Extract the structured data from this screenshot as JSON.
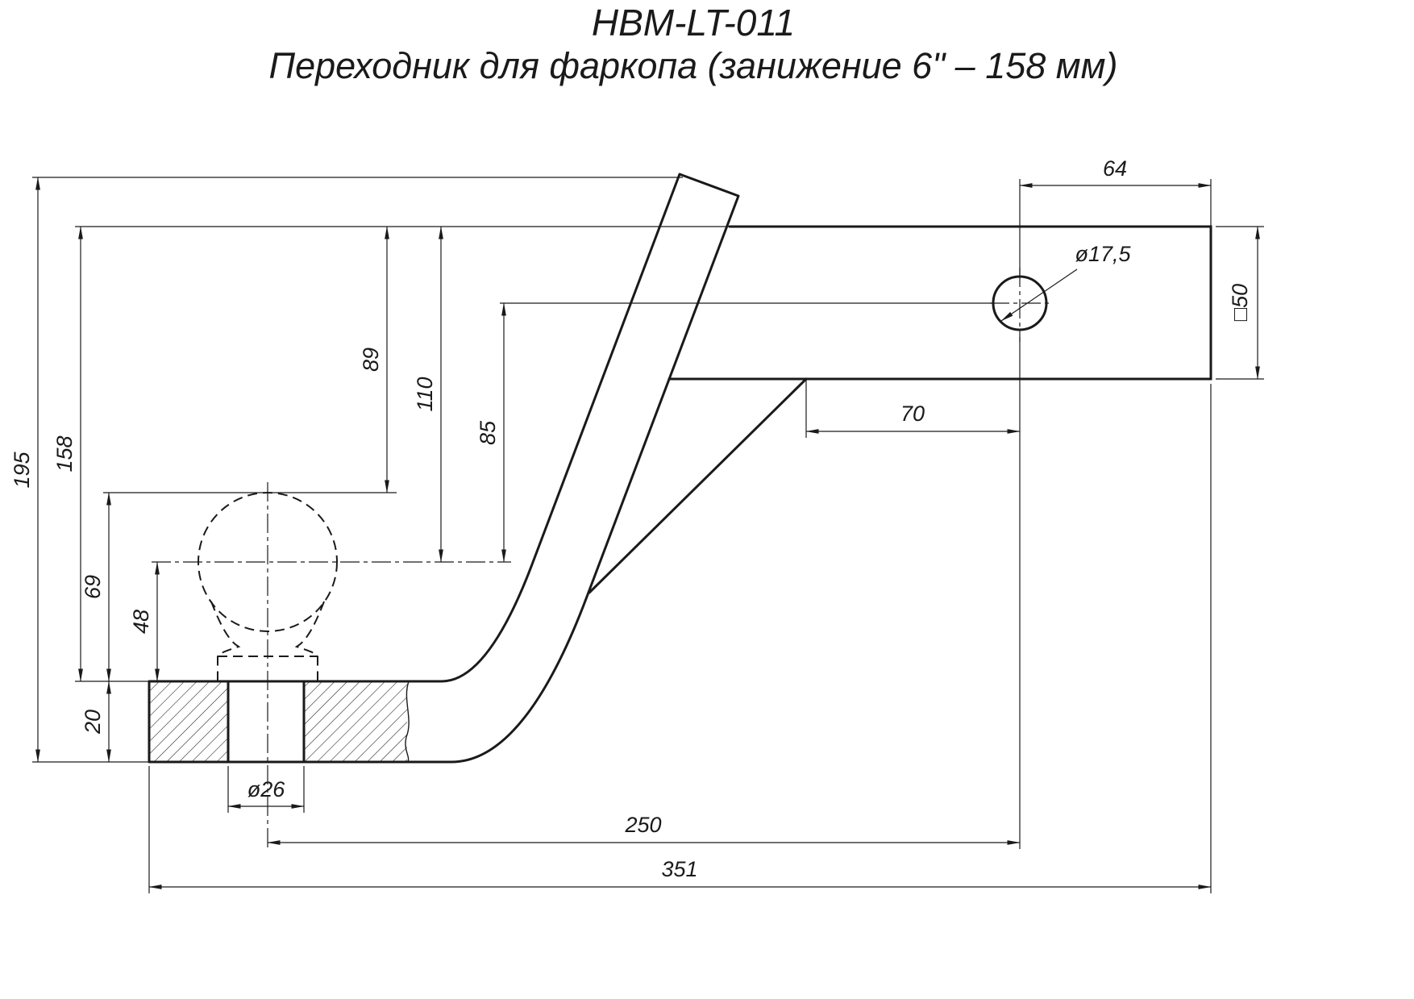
{
  "title": {
    "line1": "HBM-LT-011",
    "line2": "Переходник для фаркопа  (занижение 6\" – 158 мм)"
  },
  "dimensions": {
    "overall_height": "195",
    "drop_height": "158",
    "top_to_ball_top": "89",
    "top_to_ball_center": "110",
    "hole_axis_to_ball_center": "85",
    "ball_top_to_platform": "69",
    "ball_center_to_platform": "48",
    "platform_thickness": "20",
    "ball_hole_diameter": "ø26",
    "ball_to_pin_hole": "250",
    "overall_length": "351",
    "pin_hole_to_end": "64",
    "pin_hole_diameter": "ø17,5",
    "tube_square_size": "□50",
    "gusset_to_pin_hole": "70"
  },
  "colors": {
    "line": "#1a1a1a",
    "background": "#ffffff"
  }
}
